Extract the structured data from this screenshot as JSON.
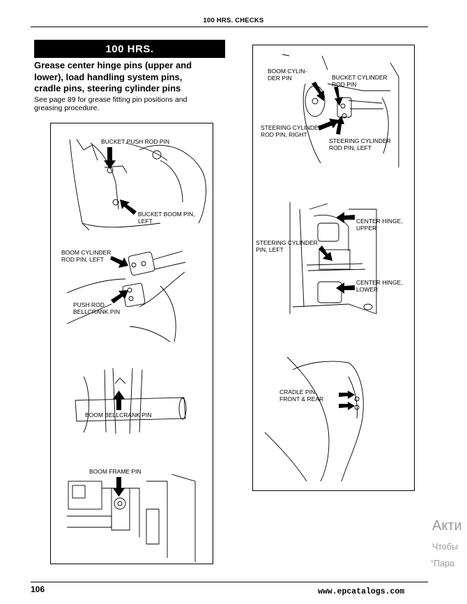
{
  "header": {
    "title": "100 HRS. CHECKS"
  },
  "section": {
    "banner": "100 HRS.",
    "heading_lines": [
      "Grease center hinge pins (upper and",
      "lower), load handling system pins,",
      "cradle pins, steering cylinder pins"
    ],
    "body_lines": [
      "See page 89 for grease fitting pin positions and",
      "greasing procedure."
    ]
  },
  "figures": {
    "left": {
      "bucket_push_rod_pin": "BUCKET PUSH ROD PIN",
      "bucket_boom_pin_left": [
        "BUCKET BOOM PIN,",
        "LEFT"
      ],
      "boom_cylinder_rod_pin_left": [
        "BOOM CYLINDER",
        "ROD PIN, LEFT"
      ],
      "push_rod_bellcrank_pin": [
        "PUSH ROD",
        "BELLCRANK PIN"
      ],
      "boom_bellcrank_pin": "BOOM BELLCRANK PIN",
      "boom_frame_pin": "BOOM FRAME PIN"
    },
    "right": {
      "boom_cylinder_pin": [
        "BOOM CYLIN-",
        "DER PIN"
      ],
      "bucket_cylinder_rod_pin": [
        "BUCKET CYLINDER",
        "ROD PIN"
      ],
      "steering_cylinder_rod_pin_right": [
        "STEERING CYLINDER",
        "ROD PIN, RIGHT"
      ],
      "steering_cylinder_rod_pin_left": [
        "STEERING CYLINDER",
        "ROD PIN, LEFT"
      ],
      "center_hinge_upper": [
        "CENTER HINGE,",
        "UPPER"
      ],
      "steering_cylinder_pin_left": [
        "STEERING CYLINDER",
        "PIN, LEFT"
      ],
      "center_hinge_lower": [
        "CENTER HINGE,",
        "LOWER"
      ],
      "cradle_pin_front_rear": [
        "CRADLE PIN,",
        "FRONT & REAR"
      ]
    }
  },
  "footer": {
    "page_number": "106",
    "website": "www.epcatalogs.com"
  },
  "watermark": {
    "line1": "Акти",
    "line2": "Чтобы",
    "line3": "“Пара"
  }
}
